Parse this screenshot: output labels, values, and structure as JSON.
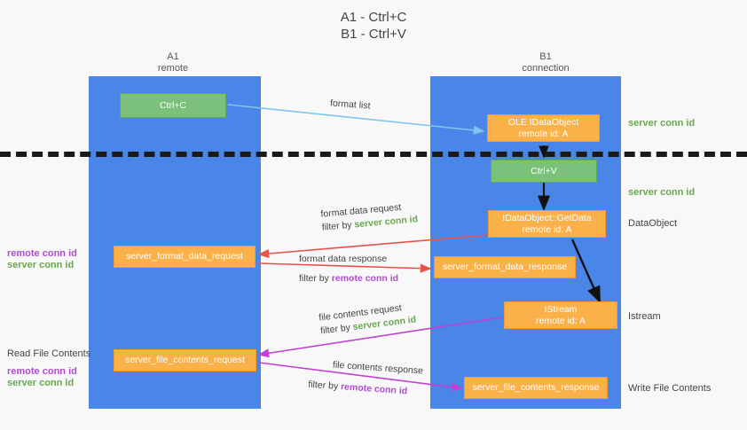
{
  "title": "A1 - Ctrl+C\nB1 - Ctrl+V",
  "columns": {
    "left": "A1\nremote",
    "right": "B1\nconnection"
  },
  "boxes": {
    "ctrl_c": "Ctrl+C",
    "ole_dataobject": "OLE IDataObject\nremote id: A",
    "ctrl_v": "Ctrl+V",
    "getdata": "IDataObject::GetData\nremote id: A",
    "istream": "IStream\nremote id: A",
    "server_format_data_request": "server_format_data_request",
    "server_format_data_response": "server_format_data_response",
    "server_file_contents_request": "server_file_contents_request",
    "server_file_contents_response": "server_file_contents_response"
  },
  "right_labels": {
    "server_conn_id_1": "server conn id",
    "server_conn_id_2": "server conn id",
    "dataobject": "DataObject",
    "istream": "Istream",
    "write_file_contents": "Write File Contents"
  },
  "left_labels": {
    "remote_conn_id_1": "remote conn id",
    "server_conn_id_1": "server conn id",
    "read_file_contents": "Read File Contents",
    "remote_conn_id_2": "remote conn id",
    "server_conn_id_2": "server conn id"
  },
  "annotations": {
    "format_list": "format list",
    "format_data_request": "format data request",
    "format_data_request_filter_prefix": "filter by ",
    "format_data_request_filter_value": "server conn id",
    "format_data_response": "format data response",
    "format_data_response_filter_prefix": "filter by ",
    "format_data_response_filter_value": "remote conn id",
    "file_contents_request": "file contents request",
    "file_contents_request_filter_prefix": "filter by ",
    "file_contents_request_filter_value": "server conn id",
    "file_contents_response": "file contents response",
    "file_contents_response_filter_prefix": "filter by ",
    "file_contents_response_filter_value": "remote conn id"
  },
  "colors": {
    "lane": "#4a86e8",
    "green_box": "#7bc07b",
    "orange_box": "#fbb14a",
    "server_conn_id": "#6aa84f",
    "remote_conn_id": "#b44ad0",
    "arrow_blue": "#7ec4ef",
    "arrow_red": "#e8534a",
    "arrow_magenta": "#c43fd4",
    "arrow_black": "#111111"
  }
}
